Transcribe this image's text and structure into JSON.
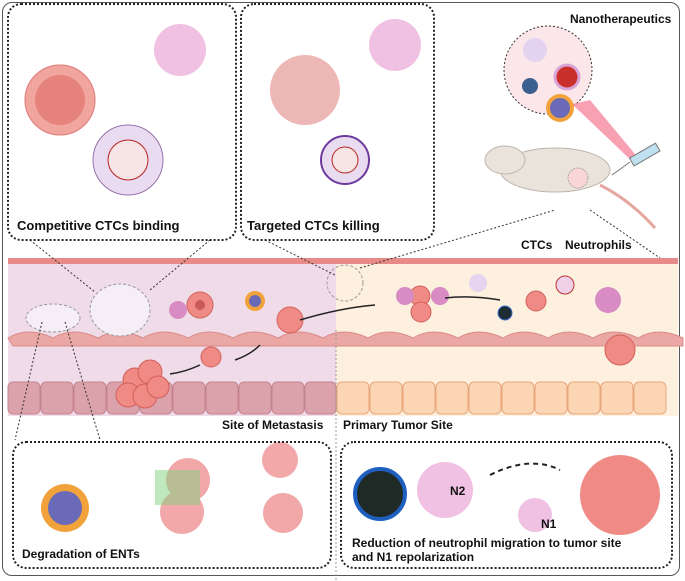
{
  "panels": {
    "competitive": {
      "label": "Competitive CTCs binding"
    },
    "targeted": {
      "label": "Targeted  CTCs killing"
    },
    "degradation": {
      "label": "Degradation of  ENTs"
    },
    "reduction": {
      "label_line1": "Reduction of  neutrophil migration to tumor site",
      "label_line2": "and N1 repolarization",
      "n2": "N2",
      "n1": "N1"
    }
  },
  "nanotherapeutics": {
    "label": "Nanotherapeutics"
  },
  "vessel": {
    "ctcs_label": "CTCs",
    "neutrophils_label": "Neutrophils",
    "metastasis_label": "Site of Metastasis",
    "primary_label": "Primary Tumor Site"
  },
  "colors": {
    "panel_bg": "#eaf1fb",
    "metastasis_bg": "#f0dbe9",
    "primary_bg": "#fdf0df",
    "vessel_wall": "#e8a5a2",
    "cancer_cell": "#ef8a85",
    "neutrophil": "#e6a6d4"
  }
}
